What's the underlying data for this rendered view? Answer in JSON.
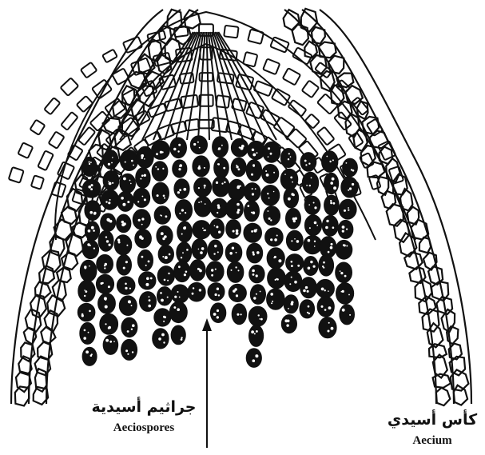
{
  "figure": {
    "labels": {
      "aeciospores_ar": "جراثيم أسيدية",
      "aeciospores_en": "Aeciospores",
      "aecium_ar": "كأس أسيدي",
      "aecium_en": "Aecium"
    },
    "colors": {
      "ink": "#111111",
      "background": "#ffffff"
    },
    "icon": "arrow-up-icon"
  }
}
